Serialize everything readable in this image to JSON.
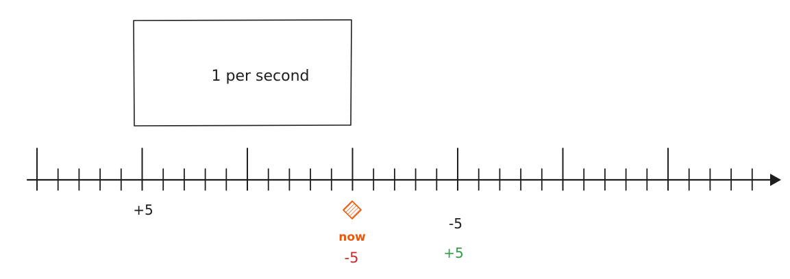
{
  "rate_box": {
    "label": "1 per second"
  },
  "timeline": {
    "labels": {
      "plus_five_left": "+5",
      "minus_five_right": "-5",
      "plus_five_right": "+5",
      "now_label": "now",
      "now_value": "-5"
    }
  },
  "colors": {
    "ink": "#1e1e1e",
    "now_orange": "#e8590c",
    "now_value_red": "#c92a2a",
    "plus_green": "#2f9e44"
  }
}
